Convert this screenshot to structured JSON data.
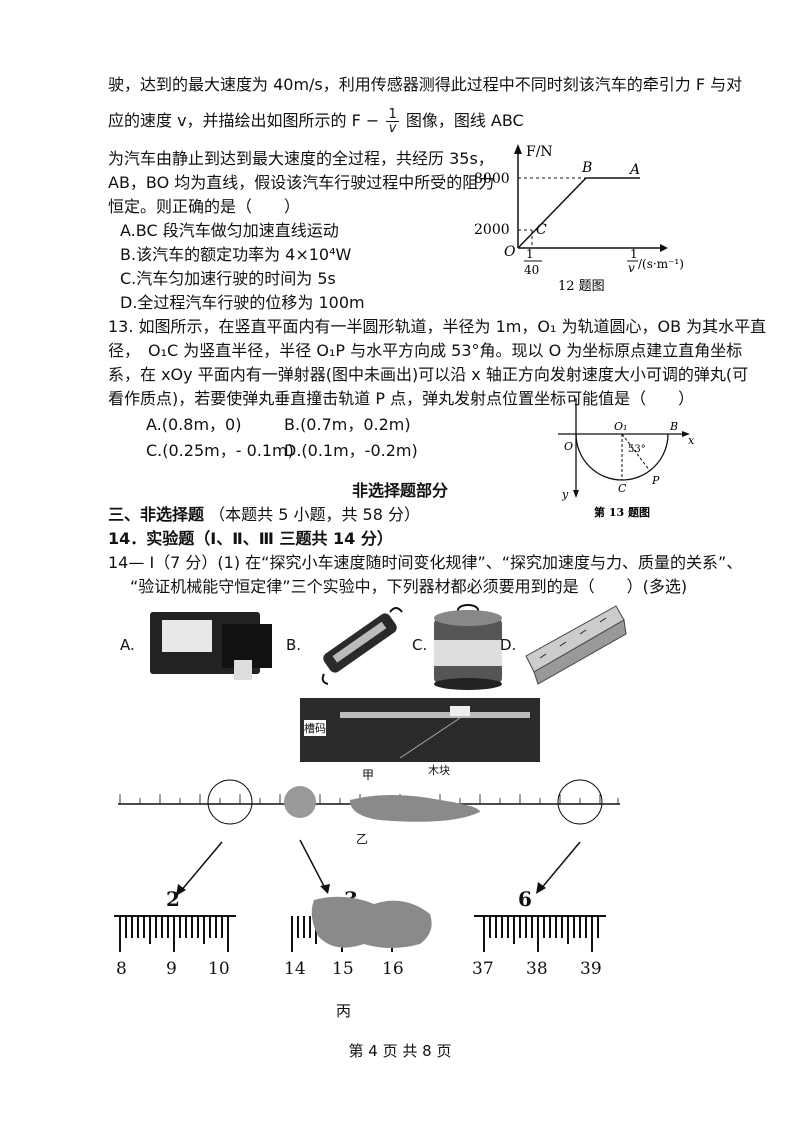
{
  "q12": {
    "line1": "驶，达到的最大速度为 40m/s，利用传感器测得此过程中不同时刻该汽车的牵引力 F 与对",
    "line2_pre": "应的速度 v，并描绘出如图所示的 F −",
    "frac_num": "1",
    "frac_den": "v",
    "line2_post": "图像，图线 ABC",
    "line3": "为汽车由静止到达到最大速度的全过程，共经历 35s，",
    "line4": "AB，BO 均为直线，假设该汽车行驶过程中所受的阻力",
    "line5": "恒定。则正确的是（　　）",
    "options": [
      "A.BC 段汽车做匀加速直线运动",
      "B.该汽车的额定功率为 4×10⁴W",
      "C.汽车匀加速行驶的时间为 5s",
      "D.全过程汽车行驶的位移为 100m"
    ],
    "graph": {
      "y_label": "F/N",
      "y_tick_high": "8000",
      "y_tick_low": "2000",
      "origin": "O",
      "x_tick_num": "1",
      "x_tick_den": "40",
      "x_label_num": "1",
      "x_label_den": "v",
      "x_label_unit": "/(s·m⁻¹)",
      "point_A": "A",
      "point_B": "B",
      "point_C": "C",
      "caption": "12 题图"
    }
  },
  "q13": {
    "line1": "13. 如图所示，在竖直平面内有一半圆形轨道，半径为 1m，O₁ 为轨道圆心，OB 为其水平直",
    "line2": "径，　O₁C 为竖直半径，半径 O₁P 与水平方向成 53°角。现以 O 为坐标原点建立直角坐标",
    "line3": "系，在 xOy 平面内有一弹射器(图中未画出)可以沿 x 轴正方向发射速度大小可调的弹丸(可",
    "line4": "看作质点)，若要使弹丸垂直撞击轨道 P 点，弹丸发射点位置坐标可能值是（　　）",
    "options": [
      "A.(0.8m，0)",
      "B.(0.7m，0.2m)",
      "C.(0.25m，- 0.1m)",
      "D.(0.1m，-0.2m)"
    ],
    "fig": {
      "o": "O",
      "o1": "O₁",
      "b": "B",
      "x": "x",
      "y": "y",
      "c": "C",
      "p": "P",
      "angle": "53°",
      "caption": "第 13 题图"
    }
  },
  "section": {
    "title": "非选择题部分",
    "heading": "三、非选择题",
    "heading_note": "（本题共 5 小题，共 58 分）",
    "q14_title": "14．实验题（Ⅰ、Ⅱ、Ⅲ 三题共 14 分）",
    "q14_line1": "14— Ⅰ（7 分）(1) 在“探究小车速度随时间变化规律”、“探究加速度与力、质量的关系”、",
    "q14_line2": "“验证机械能守恒定律”三个实验中，下列器材都必须要用到的是（　　）(多选)"
  },
  "equipment": {
    "labels": [
      "A.",
      "B.",
      "C.",
      "D."
    ]
  },
  "photo_jia": {
    "label_groove": "槽码",
    "label_block": "木块",
    "caption": "甲"
  },
  "ruler_yi": {
    "caption": "乙"
  },
  "zoom": {
    "left_big": "2",
    "left_ticks": [
      "8",
      "9",
      "10"
    ],
    "mid_big": "3",
    "mid_ticks": [
      "14",
      "15",
      "16"
    ],
    "right_big": "6",
    "right_ticks": [
      "37",
      "38",
      "39"
    ],
    "caption": "丙"
  },
  "footer": "第 4 页 共 8 页"
}
